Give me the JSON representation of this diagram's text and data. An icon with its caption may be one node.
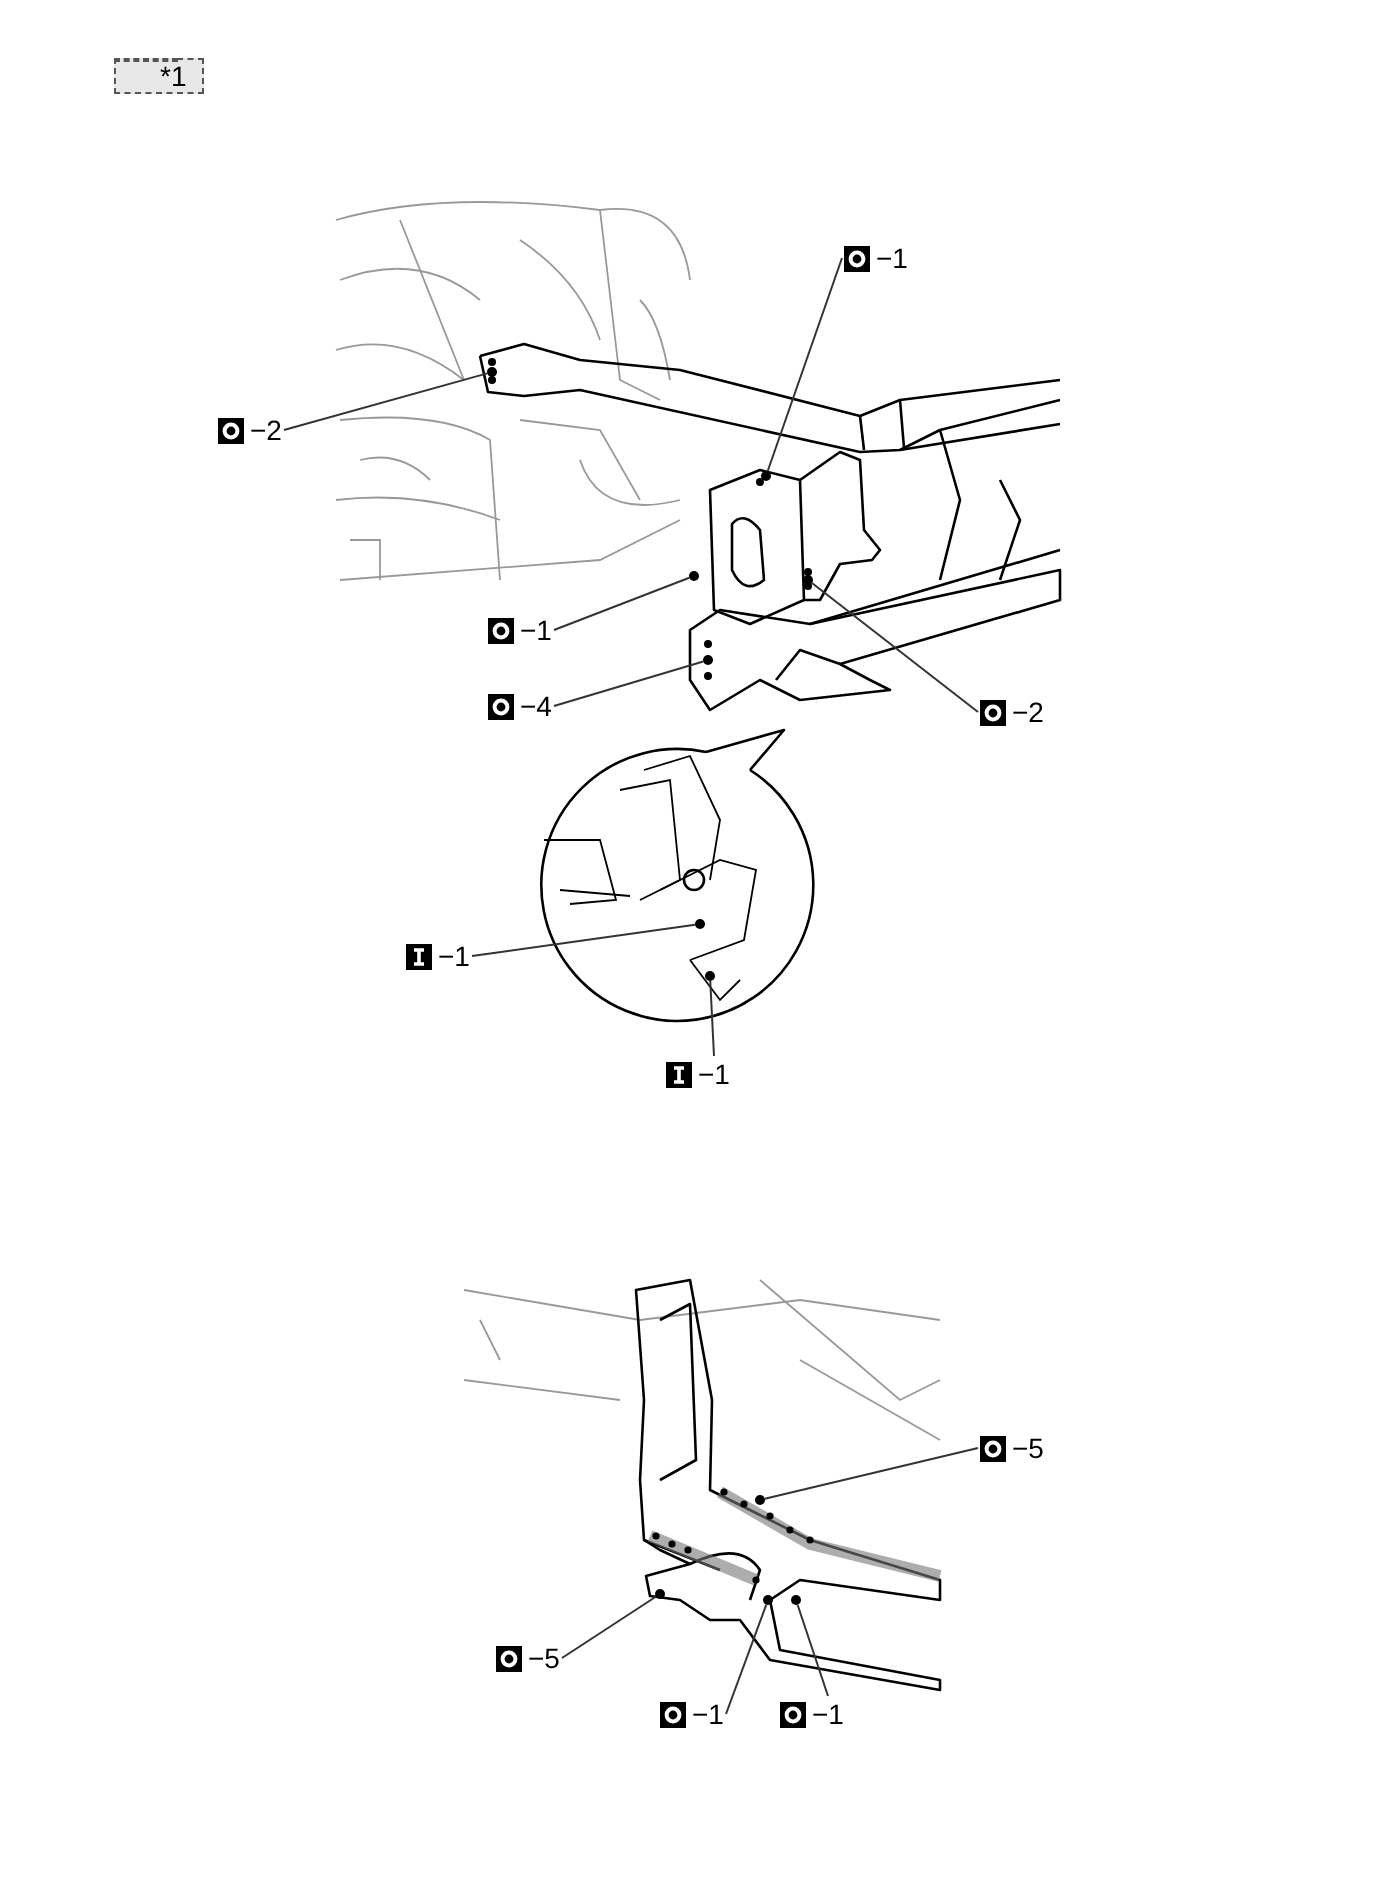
{
  "diagram": {
    "nodes": [
      {
        "text": [
          "*1"
        ]
      },
      {
        "text": [
          "−1"
        ]
      },
      {
        "text": [
          "−2"
        ]
      },
      {
        "text": [
          "−1"
        ]
      },
      {
        "text": [
          "−4"
        ]
      },
      {
        "text": [
          "−2"
        ]
      },
      {
        "text": [
          "−1"
        ]
      },
      {
        "text": [
          "−1"
        ]
      },
      {
        "text": [
          "−5"
        ]
      },
      {
        "text": [
          "−5"
        ]
      },
      {
        "text": [
          "−1"
        ]
      },
      {
        "text": [
          "−1"
        ]
      },
      {
        "text": [],
        "shape": "circle"
      },
      {
        "text": [],
        "shape": "circle"
      },
      {
        "text": [],
        "shape": "circle"
      },
      {
        "text": [],
        "shape": "circle"
      },
      {
        "text": [],
        "shape": "circle"
      },
      {
        "text": [],
        "shape": "circle"
      },
      {
        "text": [],
        "shape": "circle"
      },
      {
        "text": [],
        "shape": "circle"
      },
      {
        "text": [],
        "shape": "circle"
      },
      {
        "text": [],
        "shape": "circle"
      },
      {
        "text": [],
        "shape": "circle"
      }
    ],
    "edges": [
      {
        "from": 1,
        "to": 12,
        "arrow": "none"
      },
      {
        "from": 2,
        "to": 13,
        "arrow": "none"
      },
      {
        "from": 3,
        "to": 14,
        "arrow": "none"
      },
      {
        "from": 4,
        "to": 15,
        "arrow": "none"
      },
      {
        "from": 5,
        "to": 16,
        "arrow": "none"
      },
      {
        "from": 6,
        "to": 17,
        "arrow": "none"
      },
      {
        "from": 7,
        "to": 18,
        "arrow": "none"
      },
      {
        "from": 8,
        "to": 19,
        "arrow": "none"
      },
      {
        "from": 9,
        "to": 20,
        "arrow": "none"
      },
      {
        "from": 10,
        "to": 21,
        "arrow": "none"
      },
      {
        "from": 11,
        "to": 22,
        "arrow": "none"
      }
    ]
  }
}
